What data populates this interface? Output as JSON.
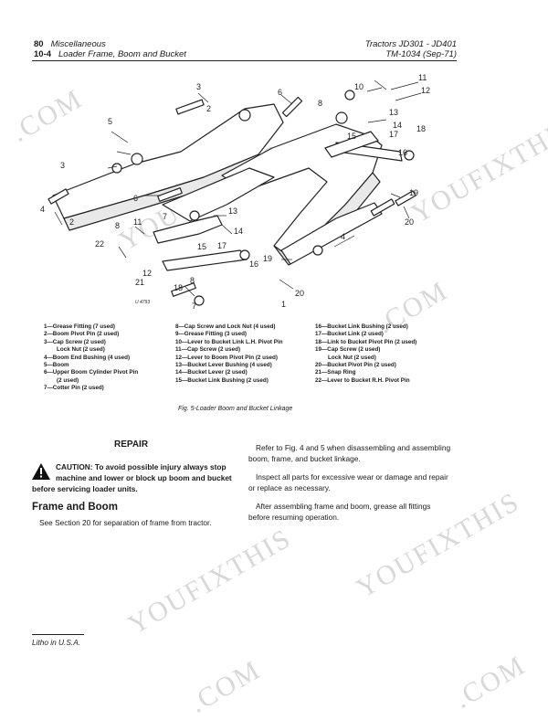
{
  "header": {
    "page_number": "80",
    "section_title": "Miscellaneous",
    "section_number": "10-4",
    "subsection_title": "Loader Frame, Boom and Bucket",
    "models": "Tractors JD301 - JD401",
    "manual": "TM-1034 (Sep-71)"
  },
  "figure": {
    "callouts": [
      "1",
      "2",
      "3",
      "4",
      "5",
      "6",
      "7",
      "8",
      "9",
      "10",
      "11",
      "12",
      "13",
      "14",
      "15",
      "16",
      "17",
      "18",
      "19",
      "20",
      "21",
      "22"
    ],
    "plate_id": "U 4793"
  },
  "legend": {
    "col1": [
      "1—Grease Fitting (7 used)",
      "2—Boom Pivot Pin (2 used)",
      "3—Cap Screw (2 used)",
      "Lock Nut (2 used)",
      "4—Boom End Bushing (4 used)",
      "5—Boom",
      "6—Upper Boom Cylinder Pivot Pin",
      "(2 used)",
      "7—Cotter Pin (2 used)"
    ],
    "col2": [
      "8—Cap Screw and Lock Nut (4 used)",
      "9—Grease Fitting (3 used)",
      "10—Lever to Bucket Link L.H. Pivot Pin",
      "11—Cap Screw (2 used)",
      "12—Lever to Boom Pivot Pin (2 used)",
      "13—Bucket Lever Bushing (4 used)",
      "14—Bucket Lever (2 used)",
      "15—Bucket Link Bushing (2 used)"
    ],
    "col3": [
      "16—Bucket Link Bushing (2 used)",
      "17—Bucket Link (2 used)",
      "18—Link to Bucket Pivot Pin (2 used)",
      "19—Cap Screw (2 used)",
      "Lock Nut (2 used)",
      "20—Bucket Pivot Pin (2 used)",
      "21—Snap Ring",
      "22—Lever to Bucket R.H. Pivot Pin"
    ]
  },
  "caption": "Fig. 5-Loader Boom and Bucket Linkage",
  "repair": {
    "heading": "REPAIR",
    "caution": "CAUTION: To avoid possible injury always stop machine and lower or block up boom and bucket before servicing loader units.",
    "frame_heading": "Frame and Boom",
    "frame_text": "See Section 20 for separation of frame from tractor.",
    "right_p1": "Refer to Fig. 4 and 5 when disassembling and assembling boom, frame, and bucket linkage.",
    "right_p2": "Inspect all parts for excessive wear or damage and repair or replace as necessary.",
    "right_p3": "After assembling frame and boom, grease all fittings before resuming operation."
  },
  "footer": "Litho in U.S.A.",
  "watermarks": [
    "YOUFIXTHIS",
    ".COM"
  ]
}
